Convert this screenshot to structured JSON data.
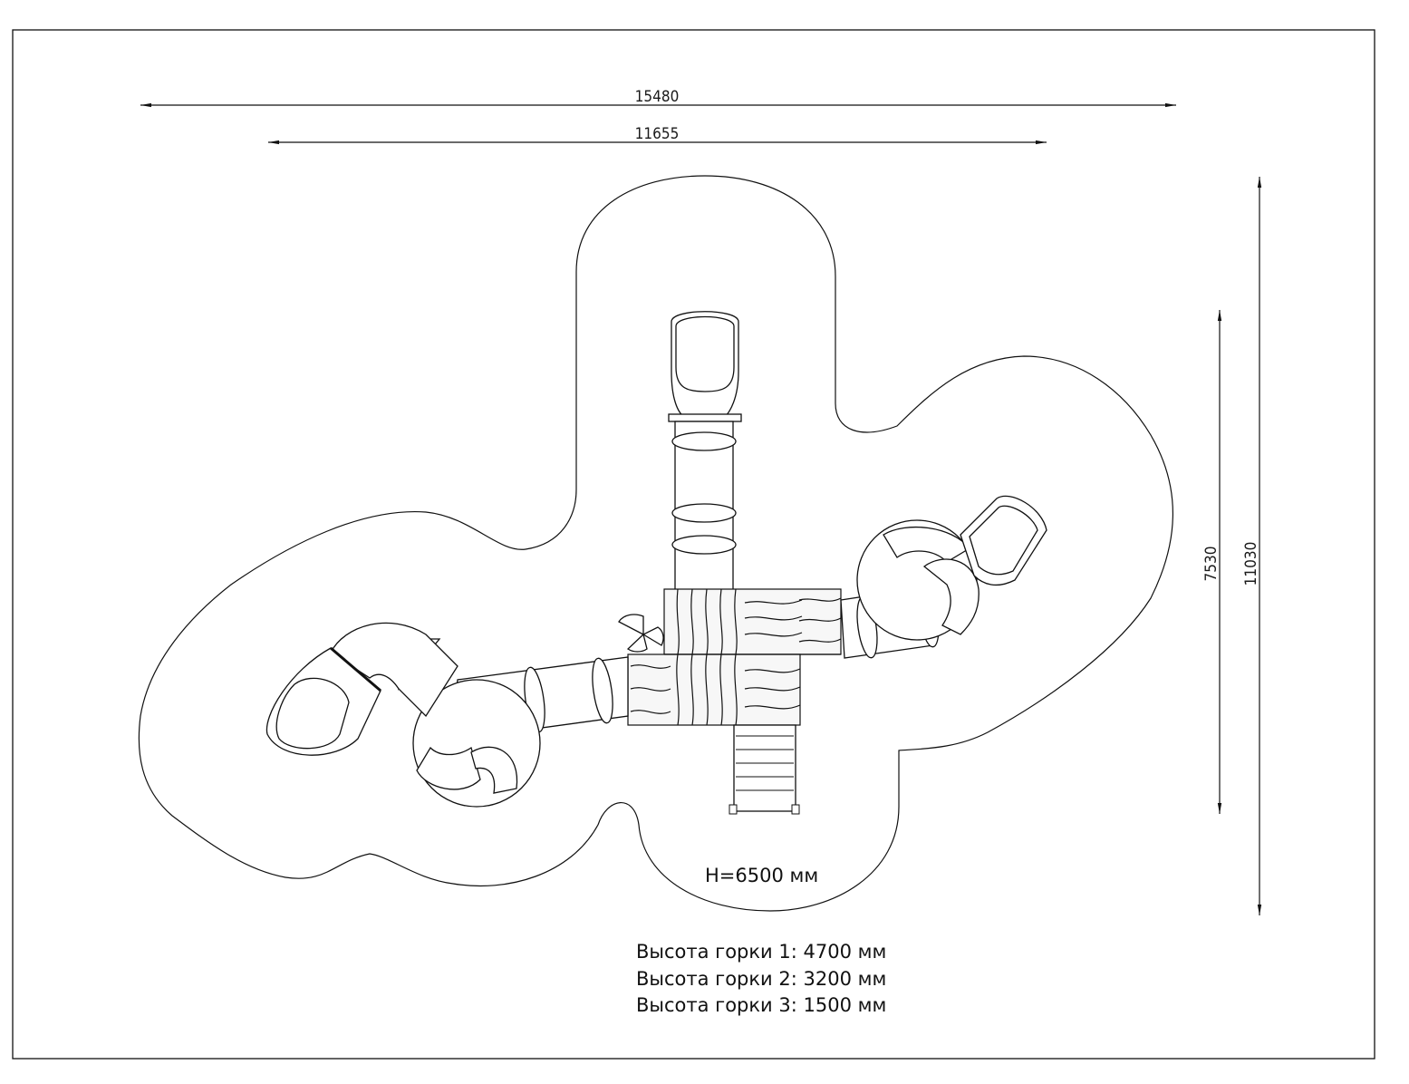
{
  "dimensions": {
    "overall_width": "15480",
    "equipment_width": "11655",
    "overall_depth": "11030",
    "equipment_depth": "7530"
  },
  "main_height": "H=6500 мм",
  "slide_heights": [
    "Высота горки 1: 4700 мм",
    "Высота горки 2: 3200 мм",
    "Высота горки 3: 1500 мм"
  ]
}
